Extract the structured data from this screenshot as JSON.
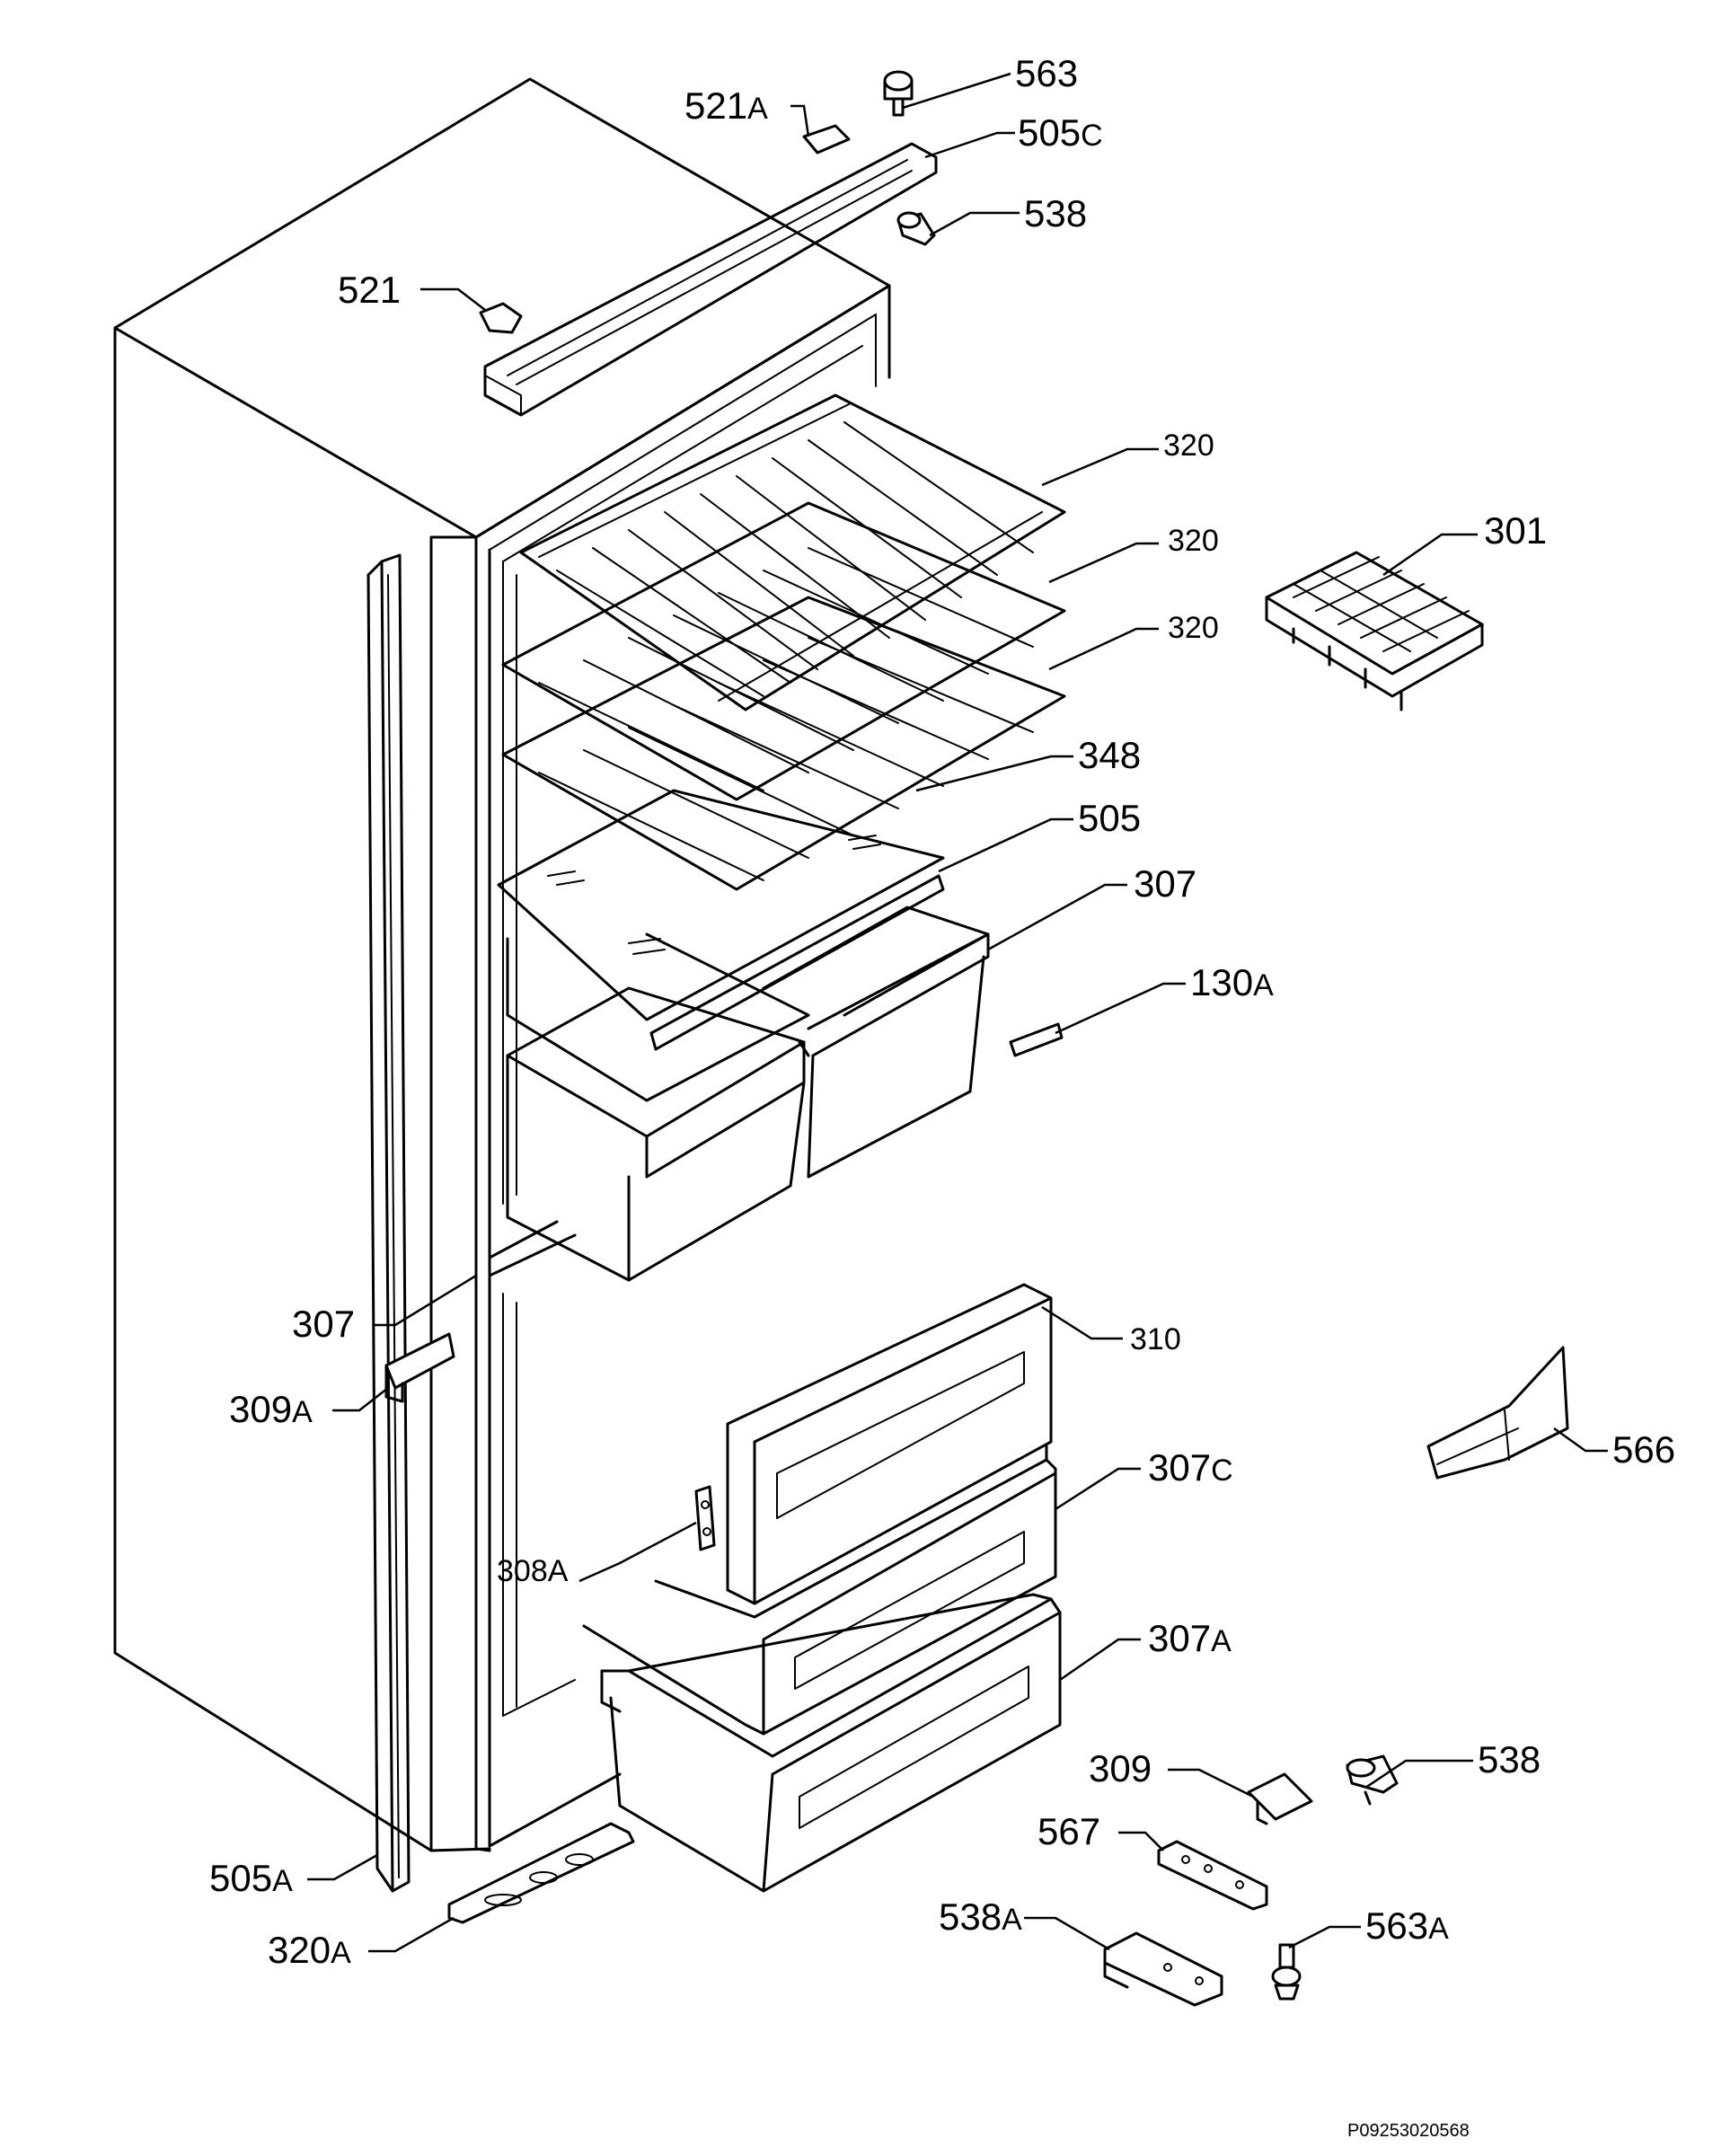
{
  "labels": [
    {
      "id": "563",
      "text": "563",
      "suffix": ""
    },
    {
      "id": "521A",
      "text": "521",
      "suffix": "A"
    },
    {
      "id": "505C",
      "text": "505",
      "suffix": "C"
    },
    {
      "id": "538t",
      "text": "538",
      "suffix": ""
    },
    {
      "id": "521",
      "text": "521",
      "suffix": ""
    },
    {
      "id": "320a",
      "text": "320",
      "suffix": ""
    },
    {
      "id": "320b",
      "text": "320",
      "suffix": ""
    },
    {
      "id": "320c",
      "text": "320",
      "suffix": ""
    },
    {
      "id": "301",
      "text": "301",
      "suffix": ""
    },
    {
      "id": "348",
      "text": "348",
      "suffix": ""
    },
    {
      "id": "505",
      "text": "505",
      "suffix": ""
    },
    {
      "id": "307r",
      "text": "307",
      "suffix": ""
    },
    {
      "id": "130A",
      "text": "130",
      "suffix": "A"
    },
    {
      "id": "307l",
      "text": "307",
      "suffix": ""
    },
    {
      "id": "310",
      "text": "310",
      "suffix": ""
    },
    {
      "id": "309A",
      "text": "309",
      "suffix": "A"
    },
    {
      "id": "566",
      "text": "566",
      "suffix": ""
    },
    {
      "id": "307C",
      "text": "307",
      "suffix": "C"
    },
    {
      "id": "308A",
      "text": "308",
      "suffix": "A"
    },
    {
      "id": "307A",
      "text": "307",
      "suffix": "A"
    },
    {
      "id": "309",
      "text": "309",
      "suffix": ""
    },
    {
      "id": "538b",
      "text": "538",
      "suffix": ""
    },
    {
      "id": "567",
      "text": "567",
      "suffix": ""
    },
    {
      "id": "505A",
      "text": "505",
      "suffix": "A"
    },
    {
      "id": "538A",
      "text": "538",
      "suffix": "A"
    },
    {
      "id": "563A",
      "text": "563",
      "suffix": "A"
    },
    {
      "id": "320A",
      "text": "320",
      "suffix": "A"
    }
  ],
  "reference_code": "P09253020568"
}
